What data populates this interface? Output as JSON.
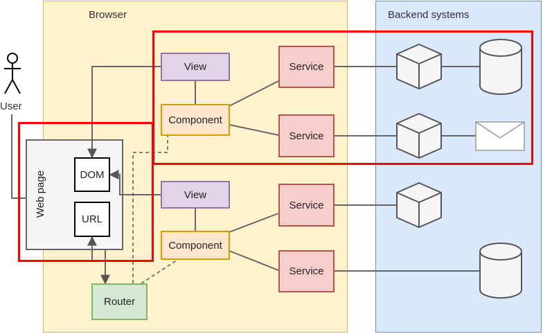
{
  "regions": {
    "browser": "Browser",
    "backend": "Backend systems"
  },
  "actor": {
    "label": "User"
  },
  "webpage": {
    "label": "Web page",
    "dom": "DOM",
    "url": "URL"
  },
  "modules": {
    "view_top": "View",
    "component_top": "Component",
    "service_1": "Service",
    "service_2": "Service",
    "view_bottom": "View",
    "component_bottom": "Component",
    "service_3": "Service",
    "service_4": "Service"
  },
  "router": {
    "label": "Router"
  },
  "colors": {
    "browser_fill": "#fff2cc",
    "browser_stroke": "#d6b656",
    "backend_fill": "#dae8fc",
    "backend_stroke": "#6c8ebf",
    "highlight": "#ff0000",
    "wire": "#666666"
  },
  "icons": [
    "user-icon",
    "server-cube-icon",
    "database-icon",
    "mail-envelope-icon"
  ]
}
